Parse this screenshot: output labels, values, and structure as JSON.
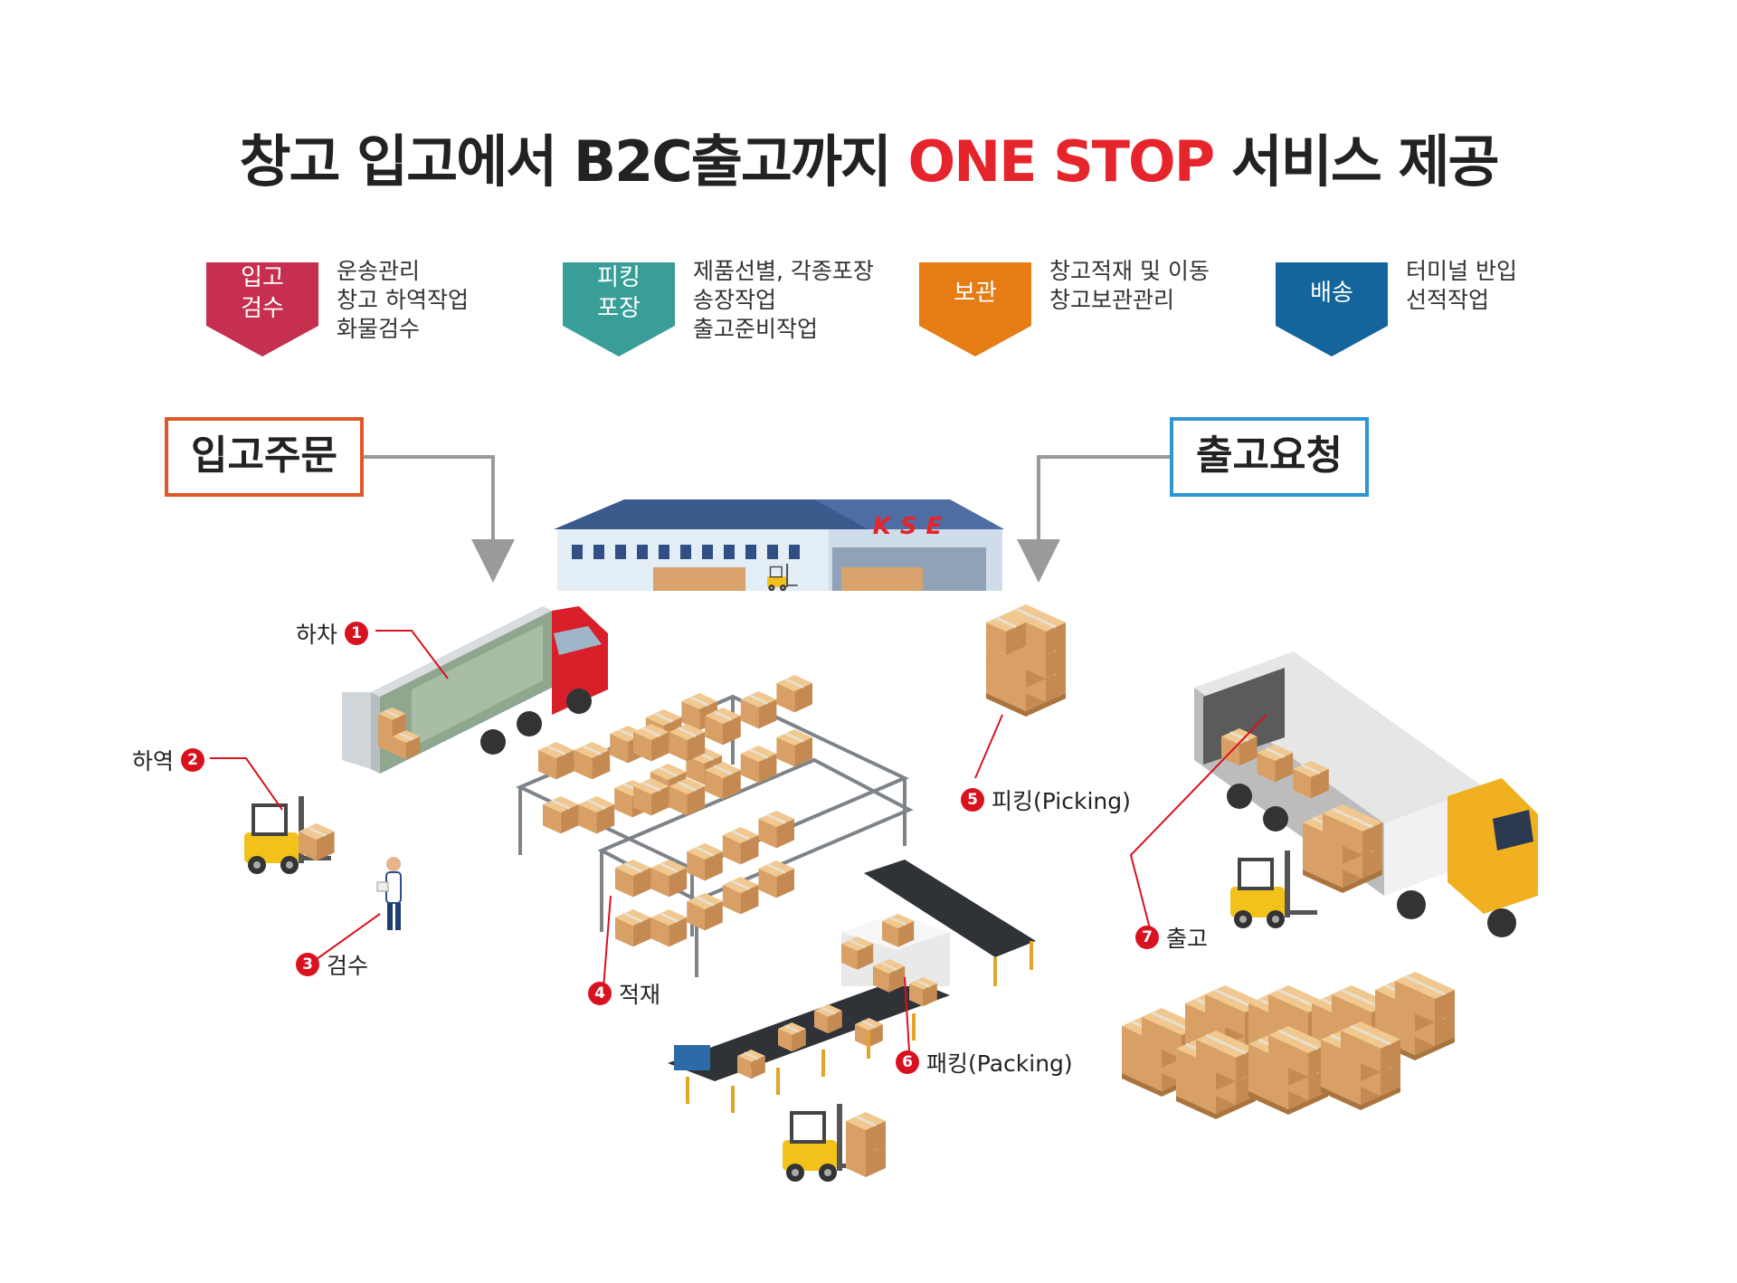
{
  "title": {
    "prefix": "창고 입고에서 B2C출고까지 ",
    "highlight": "ONE STOP",
    "suffix": " 서비스 제공"
  },
  "categories": [
    {
      "label": "입고\n검수",
      "color": "#c62f4f",
      "desc": "운송관리\n창고 하역작업\n화물검수"
    },
    {
      "label": "피킹\n포장",
      "color": "#3a9e98",
      "desc": "제품선별, 각종포장\n송장작업\n출고준비작업"
    },
    {
      "label": "보관",
      "color": "#e57d14",
      "desc": "창고적재 및 이동\n창고보관관리"
    },
    {
      "label": "배송",
      "color": "#13659b",
      "desc": "터미널 반입\n선적작업"
    }
  ],
  "orders": {
    "inbound": {
      "label": "입고주문",
      "color": "#e0572a"
    },
    "outbound": {
      "label": "출고요청",
      "color": "#2f95d3"
    }
  },
  "warehouse_logo": "KSE",
  "steps": [
    {
      "num": "1",
      "label": "하차"
    },
    {
      "num": "2",
      "label": "하역"
    },
    {
      "num": "3",
      "label": "검수"
    },
    {
      "num": "4",
      "label": "적재"
    },
    {
      "num": "5",
      "label": "피킹(Picking)"
    },
    {
      "num": "6",
      "label": "패킹(Packing)"
    },
    {
      "num": "7",
      "label": "출고"
    }
  ],
  "colors": {
    "accent_red": "#e5242b",
    "step_red": "#d9121f"
  }
}
